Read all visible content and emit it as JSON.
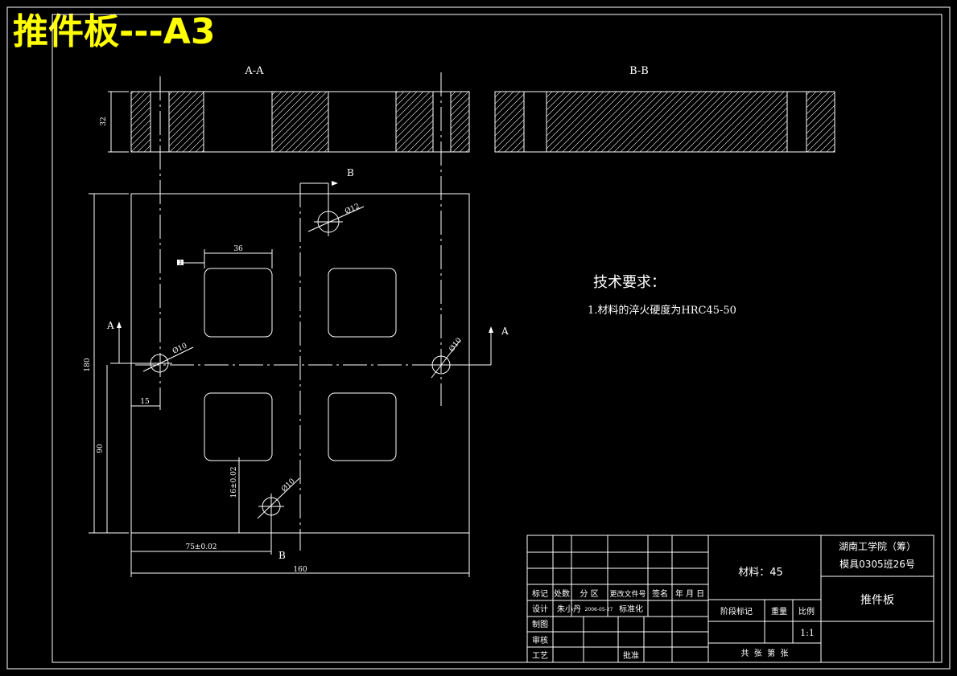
{
  "title": "推件板---A3",
  "sections": {
    "aa": "A-A",
    "bb": "B-B"
  },
  "section_marks": {
    "a": "A",
    "b": "B"
  },
  "dimensions": {
    "thickness": "32",
    "height": "180",
    "half_height": "90",
    "edge_offset": "15",
    "pocket_width": "36",
    "pocket_small": "2",
    "hole_offset_y": "16±0.02",
    "hole_offset_x": "75±0.02",
    "width": "160",
    "dia12": "Ø12",
    "dia10_left": "Ø10",
    "dia10_right": "Ø10",
    "dia10_bottom": "Ø10"
  },
  "tech": {
    "heading": "技术要求：",
    "items": [
      "1.材料的淬火硬度为HRC45-50"
    ]
  },
  "title_block": {
    "material": "材料：45",
    "school": "湖南工学院（筹）",
    "class": "模具0305班26号",
    "part_name": "推件板",
    "header_cells": [
      "标记",
      "处数",
      "分 区",
      "更改文件号",
      "签名",
      "年 月 日"
    ],
    "design_label": "设计",
    "designer": "朱小丹",
    "design_date": "2006-05-27",
    "standardize": "标准化",
    "draw_label": "制图",
    "check_label": "审核",
    "process_label": "工艺",
    "approve_label": "批准",
    "stage_label": "阶段标记",
    "weight_label": "重量",
    "scale_label": "比例",
    "scale": "1:1",
    "sheets": "共  张  第  张"
  },
  "colors": {
    "background": "#000000",
    "lines": "#ffffff",
    "title": "#ffff00"
  }
}
